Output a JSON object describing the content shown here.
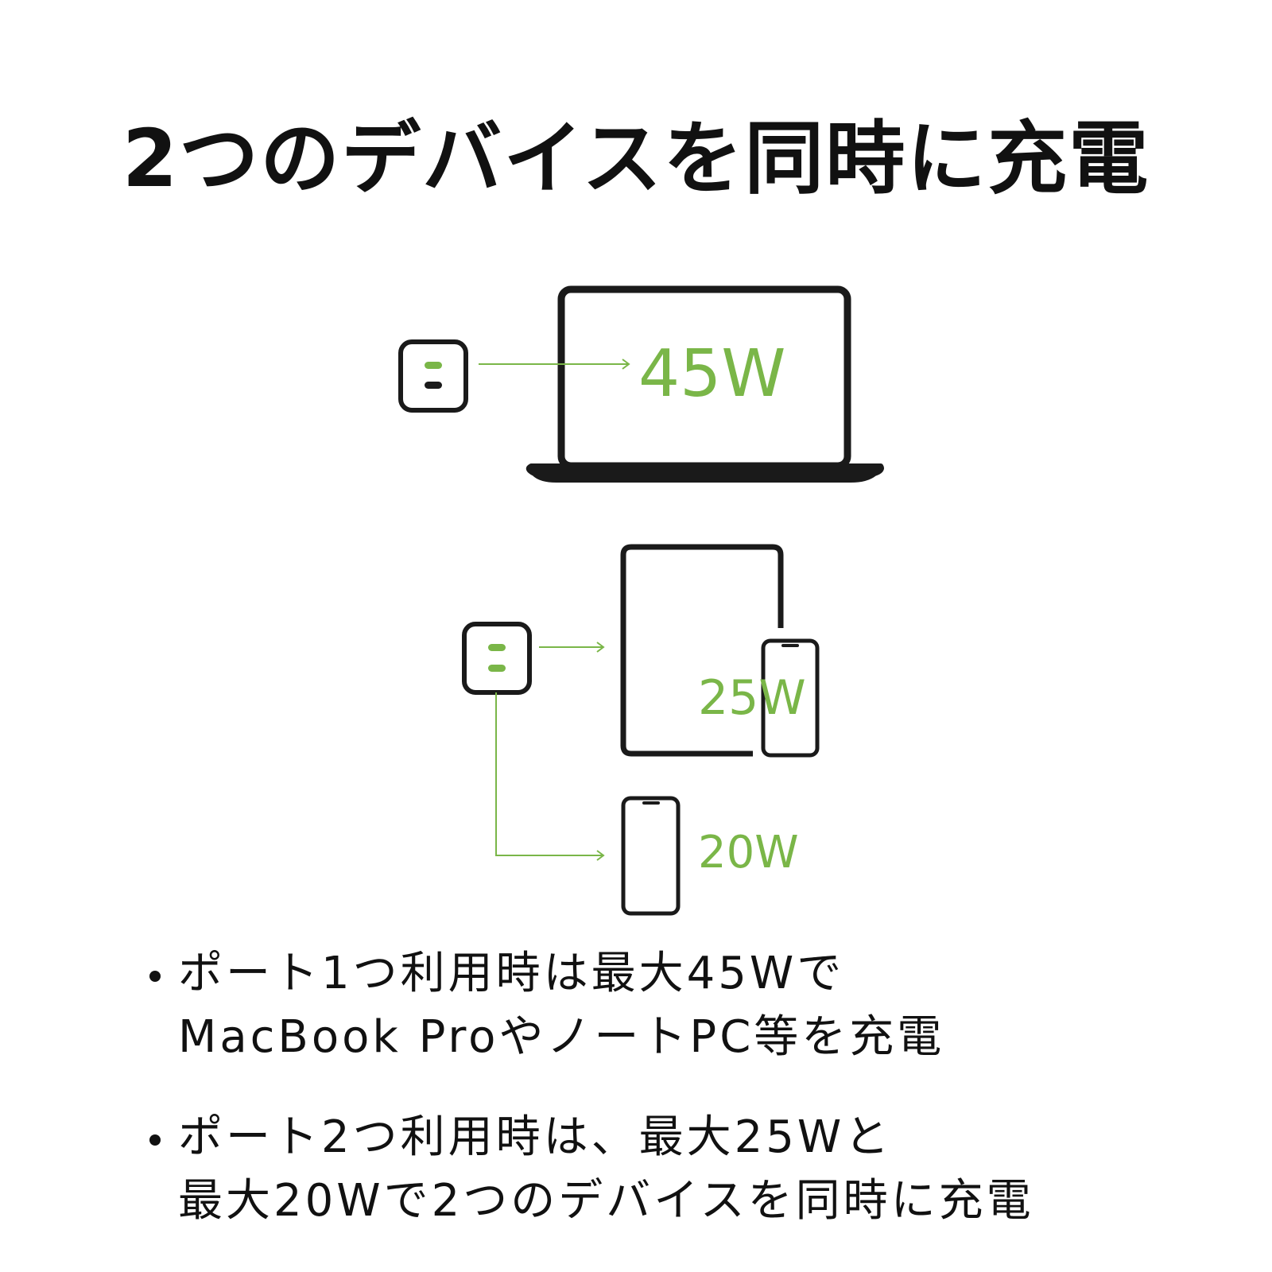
{
  "title": "2つのデバイスを同時に充電",
  "colors": {
    "accent": "#7ab648",
    "outline": "#1a1a1a"
  },
  "diagram": {
    "single_port": {
      "charger_icon": "usb-c-charger-icon",
      "device_icon": "laptop-icon",
      "watt_label": "45W"
    },
    "dual_port": {
      "charger_icon": "usb-c-charger-icon",
      "tablet_icon": "tablet-icon",
      "phone_icon": "smartphone-icon",
      "tablet_watt_label": "25W",
      "phone_watt_label": "20W"
    }
  },
  "notes": [
    {
      "line1": "ポート1つ利用時は最大45Wで",
      "line2": "MacBook ProやノートPC等を充電"
    },
    {
      "line1": "ポート2つ利用時は、最大25Wと",
      "line2": "最大20Wで2つのデバイスを同時に充電"
    }
  ]
}
